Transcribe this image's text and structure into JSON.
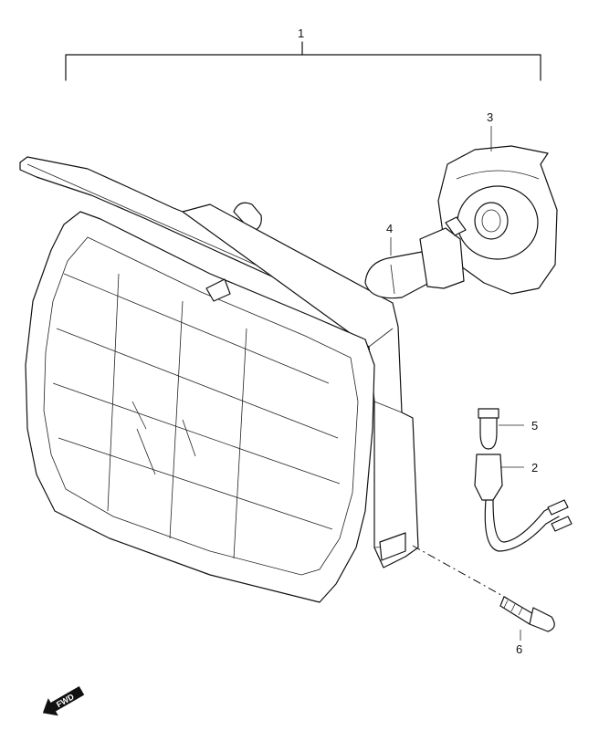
{
  "callouts": {
    "c1": "1",
    "c2": "2",
    "c3": "3",
    "c4": "4",
    "c5": "5",
    "c6": "6"
  },
  "direction_badge": "FWD"
}
